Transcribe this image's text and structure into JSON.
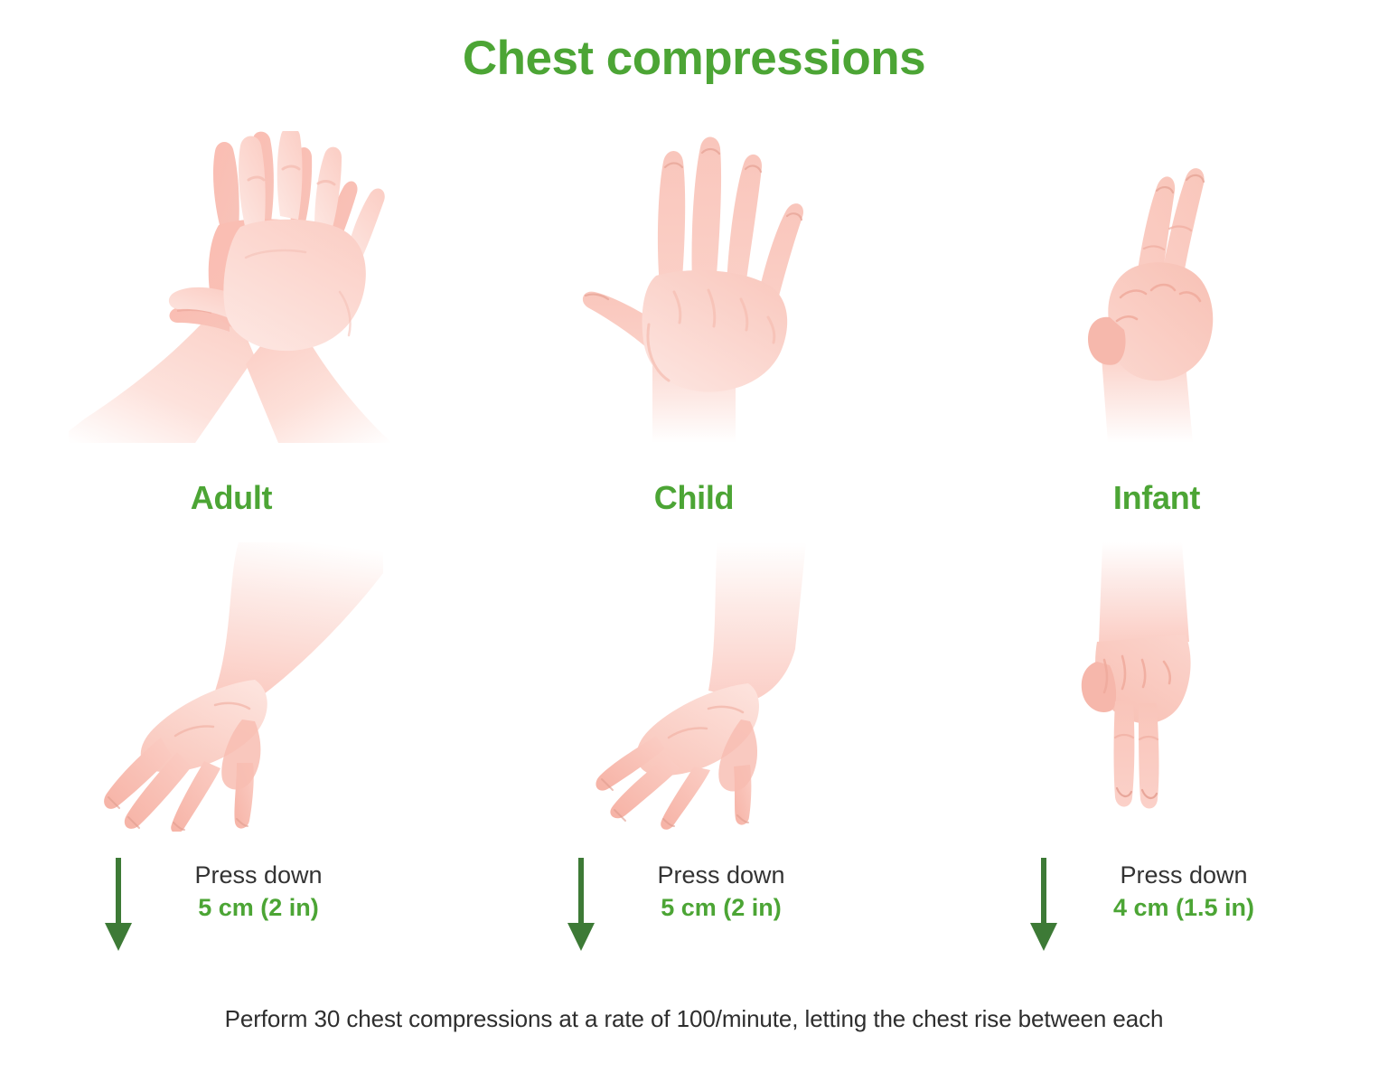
{
  "title": "Chest compressions",
  "footer": "Perform 30 chest compressions at a rate of 100/minute, letting the chest rise between each",
  "colors": {
    "title_green": "#4ca535",
    "label_green": "#4ca535",
    "depth_green": "#4ca535",
    "arrow_green": "#3d7a36",
    "body_text": "#333333",
    "skin": "#f9c9c0",
    "skin_light": "#fde0da",
    "skin_shadow": "#f4b3a8",
    "background": "#ffffff"
  },
  "columns": [
    {
      "id": "adult",
      "label": "Adult",
      "top_illustration": "two-stacked-hands-icon",
      "bottom_illustration": "adult-hand-side-view-icon",
      "arrow": "down-arrow-icon",
      "press_label": "Press down",
      "press_depth": "5 cm (2 in)"
    },
    {
      "id": "child",
      "label": "Child",
      "top_illustration": "single-open-hand-icon",
      "bottom_illustration": "child-hand-side-view-icon",
      "arrow": "down-arrow-icon",
      "press_label": "Press down",
      "press_depth": "5 cm (2 in)"
    },
    {
      "id": "infant",
      "label": "Infant",
      "top_illustration": "two-fingers-up-icon",
      "bottom_illustration": "two-fingers-down-icon",
      "arrow": "down-arrow-icon",
      "press_label": "Press down",
      "press_depth": "4 cm (1.5 in)"
    }
  ]
}
